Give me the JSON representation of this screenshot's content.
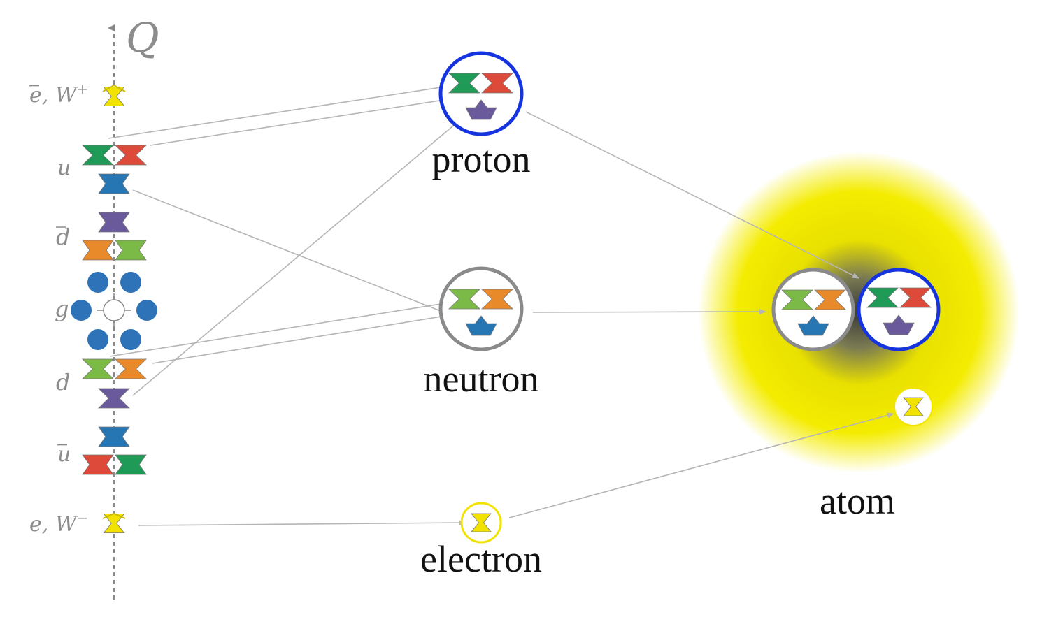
{
  "axis": {
    "title": "Q"
  },
  "charge_rows": [
    {
      "id": "positron-w-plus",
      "label": "e, W",
      "overbar": true,
      "superscript": "+"
    },
    {
      "id": "up",
      "label": "u",
      "overbar": false,
      "superscript": ""
    },
    {
      "id": "anti-down",
      "label": "d",
      "overbar": true,
      "superscript": ""
    },
    {
      "id": "gluon",
      "label": "g",
      "overbar": false,
      "superscript": ""
    },
    {
      "id": "down",
      "label": "d",
      "overbar": false,
      "superscript": ""
    },
    {
      "id": "anti-up",
      "label": "u",
      "overbar": true,
      "superscript": ""
    },
    {
      "id": "electron-w-minus",
      "label": "e, W",
      "overbar": false,
      "superscript": "−"
    }
  ],
  "composites": {
    "proton": {
      "label": "proton",
      "ring_color": "#1534e0"
    },
    "neutron": {
      "label": "neutron",
      "ring_color": "#8a8a8a"
    },
    "electron": {
      "label": "electron",
      "ring_color": "#f2e200"
    },
    "atom": {
      "label": "atom",
      "cloud_color": "#f2ea00"
    }
  },
  "particle_colors": {
    "green": "#1f9a57",
    "red": "#de4a3a",
    "blue": "#2776b4",
    "purple": "#6a5a9c",
    "orange": "#e88a2a",
    "lightgreen": "#7cba48",
    "yellow": "#f2e200",
    "gluon": "#2e72b8",
    "arrow": "#b5b5b5"
  },
  "icons": {
    "quark": "bowtie-icon",
    "gluon": "circle-icon",
    "lepton": "hourglass-icon"
  }
}
